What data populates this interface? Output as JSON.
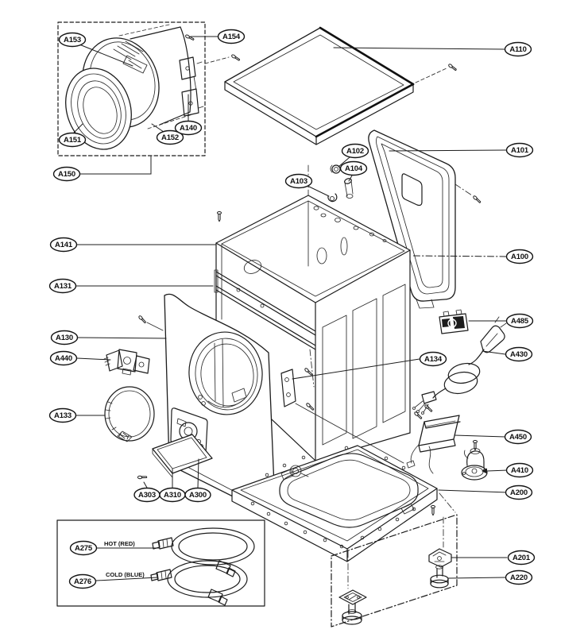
{
  "diagram": {
    "kind": "exploded-parts-diagram",
    "colors": {
      "line": "#1c1c1c",
      "background": "#ffffff"
    }
  },
  "hose_box": {
    "hot_label": "HOT (RED)",
    "cold_label": "COLD (BLUE)"
  },
  "callouts": [
    {
      "id": "A153",
      "label": "A153"
    },
    {
      "id": "A154",
      "label": "A154"
    },
    {
      "id": "A110",
      "label": "A110"
    },
    {
      "id": "A151",
      "label": "A151"
    },
    {
      "id": "A152",
      "label": "A152"
    },
    {
      "id": "A140",
      "label": "A140"
    },
    {
      "id": "A150",
      "label": "A150"
    },
    {
      "id": "A102",
      "label": "A102"
    },
    {
      "id": "A104",
      "label": "A104"
    },
    {
      "id": "A103",
      "label": "A103"
    },
    {
      "id": "A101",
      "label": "A101"
    },
    {
      "id": "A141",
      "label": "A141"
    },
    {
      "id": "A131",
      "label": "A131"
    },
    {
      "id": "A100",
      "label": "A100"
    },
    {
      "id": "A130",
      "label": "A130"
    },
    {
      "id": "A440",
      "label": "A440"
    },
    {
      "id": "A485",
      "label": "A485"
    },
    {
      "id": "A134",
      "label": "A134"
    },
    {
      "id": "A430",
      "label": "A430"
    },
    {
      "id": "A133",
      "label": "A133"
    },
    {
      "id": "A450",
      "label": "A450"
    },
    {
      "id": "A410",
      "label": "A410"
    },
    {
      "id": "A200",
      "label": "A200"
    },
    {
      "id": "A303",
      "label": "A303"
    },
    {
      "id": "A310",
      "label": "A310"
    },
    {
      "id": "A300",
      "label": "A300"
    },
    {
      "id": "A201",
      "label": "A201"
    },
    {
      "id": "A220",
      "label": "A220"
    },
    {
      "id": "A275",
      "label": "A275"
    },
    {
      "id": "A276",
      "label": "A276"
    }
  ]
}
